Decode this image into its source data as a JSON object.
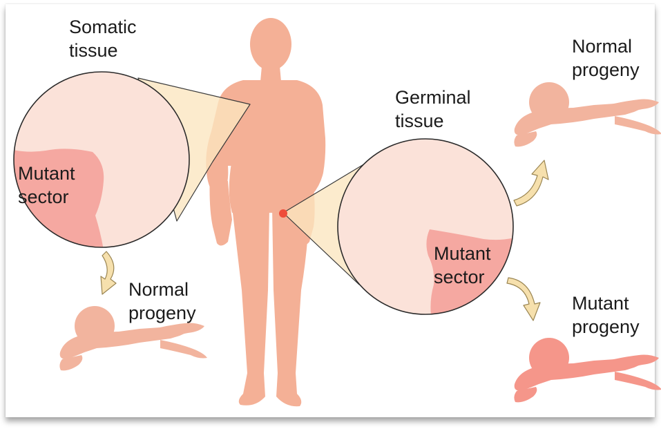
{
  "labels": {
    "somatic_tissue": [
      "Somatic",
      "tissue"
    ],
    "germinal_tissue": [
      "Germinal",
      "tissue"
    ],
    "mutant_sector_somatic": [
      "Mutant",
      "sector"
    ],
    "mutant_sector_germinal": [
      "Mutant",
      "sector"
    ],
    "normal_progeny_left": [
      "Normal",
      "progeny"
    ],
    "normal_progeny_top_right": [
      "Normal",
      "progeny"
    ],
    "mutant_progeny": [
      "Mutant",
      "progeny"
    ]
  },
  "colors": {
    "body": "#f4b096",
    "normal_baby": "#f2b49e",
    "mutant_baby": "#f5968a",
    "tissue_fill": "#fbe2d9",
    "mutant_sector": "#f5a8a1",
    "magnifier_cone": "#fbe6bf",
    "arrow": "#f6e0ad",
    "mutation_spot": "#ee4d3a"
  }
}
